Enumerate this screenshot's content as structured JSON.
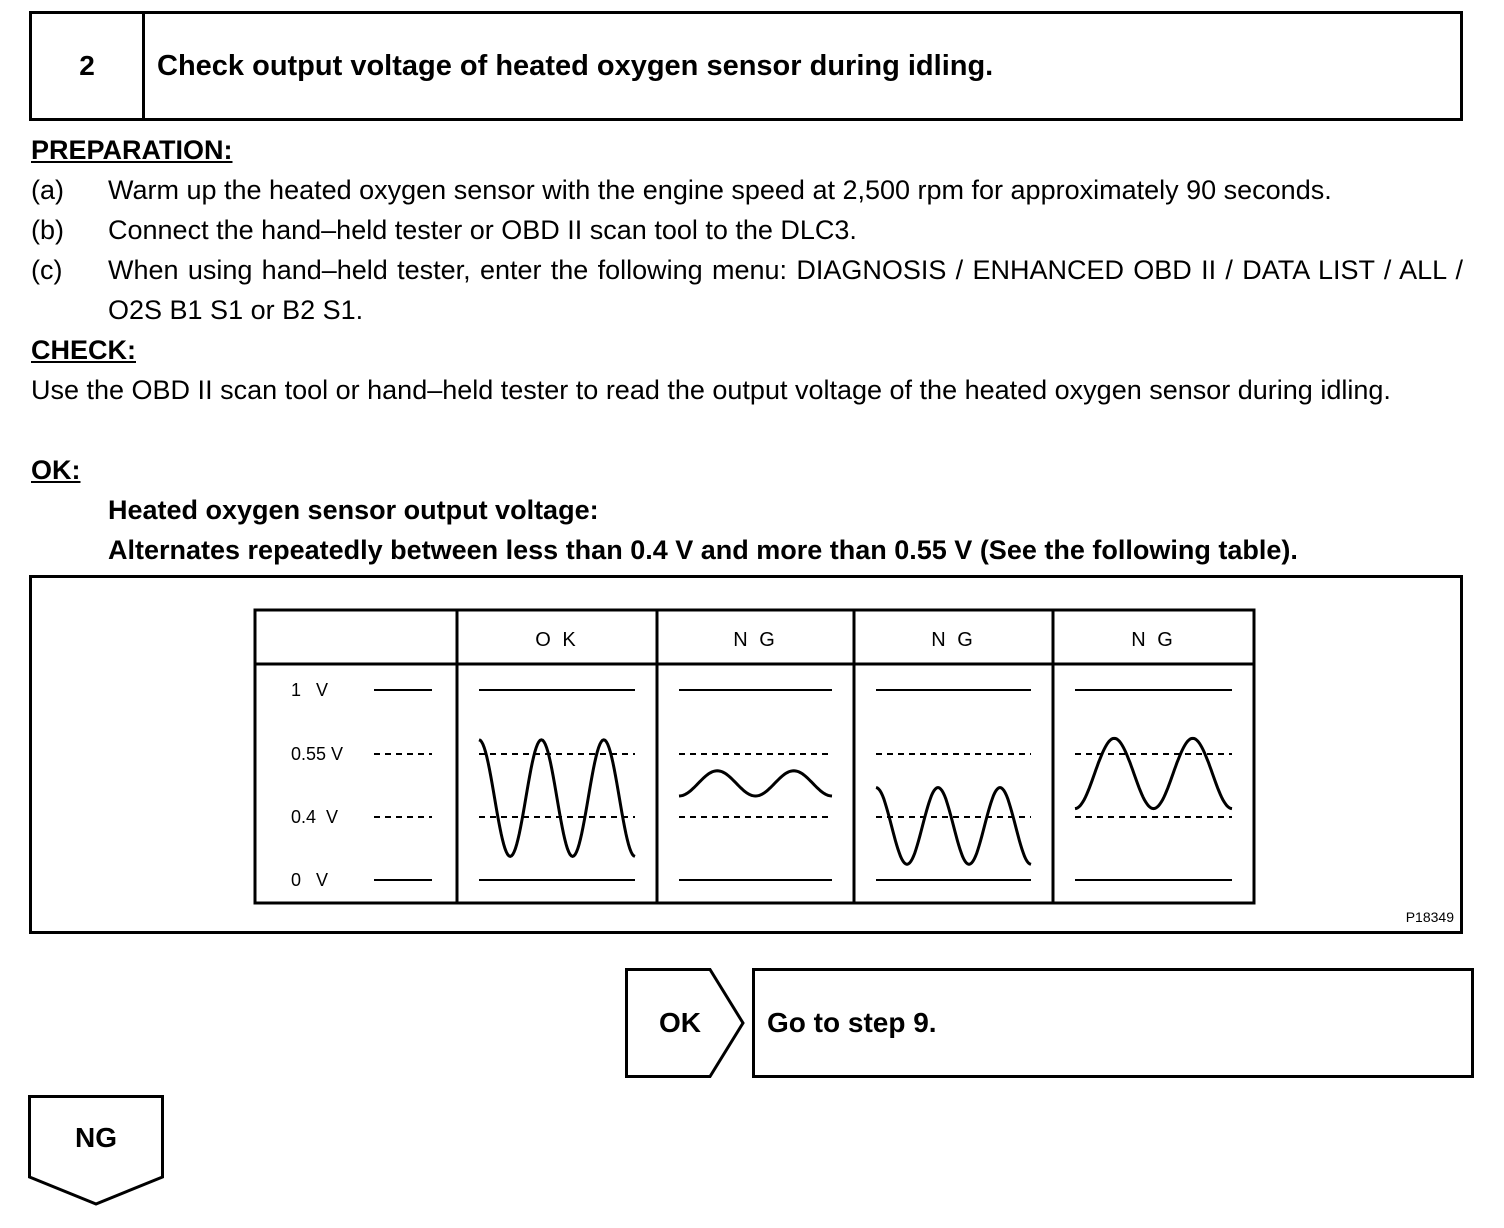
{
  "step": {
    "number": "2",
    "title": "Check output voltage of heated oxygen sensor during idling."
  },
  "preparation": {
    "heading": "PREPARATION:",
    "items": [
      {
        "label": "(a)",
        "text": "Warm up the heated oxygen sensor with the engine speed at 2,500 rpm for approximately 90 seconds."
      },
      {
        "label": "(b)",
        "text": "Connect the hand–held tester or OBD II scan tool to the DLC3."
      },
      {
        "label": "(c)",
        "text": "When using hand–held tester, enter the following menu: DIAGNOSIS / ENHANCED OBD II / DATA LIST / ALL / O2S B1 S1 or B2 S1."
      }
    ]
  },
  "check": {
    "heading": "CHECK:",
    "text": "Use the OBD II scan tool or hand–held tester to read the output voltage of the heated oxygen sensor during idling."
  },
  "ok": {
    "heading": "OK:",
    "spec_line1": "Heated oxygen sensor output voltage:",
    "spec_line2": "Alternates repeatedly between less than 0.4 V and more than 0.55 V (See the following table)."
  },
  "figure": {
    "id": "P18349",
    "columns": [
      "O K",
      "N G",
      "N G",
      "N G"
    ],
    "levels": [
      {
        "label": "1   V",
        "value": 1,
        "style": "solid"
      },
      {
        "label": "0.55 V",
        "value": 0.55,
        "style": "dashed"
      },
      {
        "label": "0.4  V",
        "value": 0.4,
        "style": "dashed"
      },
      {
        "label": "0   V",
        "value": 0,
        "style": "solid"
      }
    ],
    "waves": [
      {
        "min": 0.15,
        "max": 0.65,
        "cycles": 2.5
      },
      {
        "min": 0.45,
        "max": 0.51,
        "cycles": 2.0
      },
      {
        "min": 0.1,
        "max": 0.47,
        "cycles": 2.5
      },
      {
        "min": 0.42,
        "max": 0.66,
        "cycles": 2.0
      }
    ]
  },
  "flow": {
    "ok_label": "OK",
    "ok_action": "Go to step 9.",
    "ng_label": "NG"
  }
}
